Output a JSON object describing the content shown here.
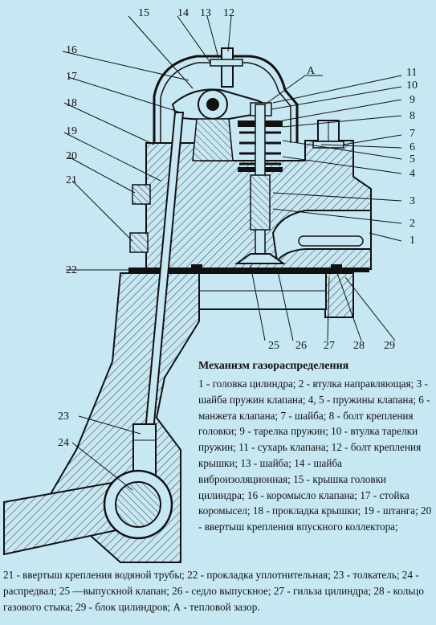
{
  "labels": {
    "n1": "1",
    "n2": "2",
    "n3": "3",
    "n4": "4",
    "n5": "5",
    "n6": "6",
    "n7": "7",
    "n8": "8",
    "n9": "9",
    "n10": "10",
    "n11": "11",
    "n12": "12",
    "n13": "13",
    "n14": "14",
    "n15": "15",
    "n16": "16",
    "n17": "17",
    "n18": "18",
    "n19": "19",
    "n20": "20",
    "n21": "21",
    "n22": "22",
    "n23": "23",
    "n24": "24",
    "n25": "25",
    "n26": "26",
    "n27": "27",
    "n28": "28",
    "n29": "29",
    "A": "А"
  },
  "caption": {
    "title": "Механизм газораспределения",
    "block": "1 - головка цилиндра; 2 - втулка направляющая; 3 - шайба пружин клапана; 4, 5 - пружины клапана; 6 - манжета клапана; 7 - шайба; 8 - болт крепления головки; 9 - тарелка пружин; 10 - втулка тарелки пружин; 11 - сухарь клапана; 12 - болт крепления крышки; 13 - шайба; 14 - шайба виброизоляционная; 15 - крышка головки цилиндра; 16 - коромысло клапана; 17 - стойка коромысел; 18 - прокладка крышки; 19 - штанга; 20 - ввертыш крепления впускного коллектора;",
    "wide": "21 - ввертыш крепления водяной трубы; 22 - прокладка уплотнительная; 23 - толкатель; 24 - распредвал; 25 —выпускной клапан; 26 - седло выпускное; 27 - гильза цилиндра; 28 - кольцо газового стыка; 29 - блок цилиндров; А - тепловой зазор."
  }
}
